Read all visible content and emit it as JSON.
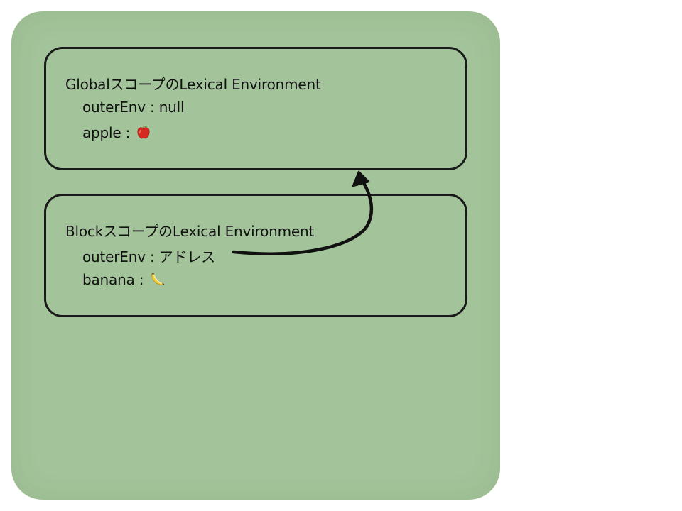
{
  "diagram": {
    "background_color": "#a3c49a",
    "stroke_color": "#1a1a1a",
    "global_env": {
      "title": "GlobalスコープのLexical Environment",
      "rows": [
        {
          "key": "outerEnv",
          "sep": " : ",
          "value": "null"
        },
        {
          "key": "apple",
          "sep": " : ",
          "value": "",
          "icon": "apple-icon"
        }
      ]
    },
    "block_env": {
      "title": "BlockスコープのLexical Environment",
      "rows": [
        {
          "key": "outerEnv",
          "sep": " : ",
          "value": "アドレス"
        },
        {
          "key": "banana",
          "sep": " : ",
          "value": "",
          "icon": "banana-icon"
        }
      ]
    },
    "reference_arrow": {
      "from": "block_env.outerEnv",
      "to": "global_env"
    }
  }
}
